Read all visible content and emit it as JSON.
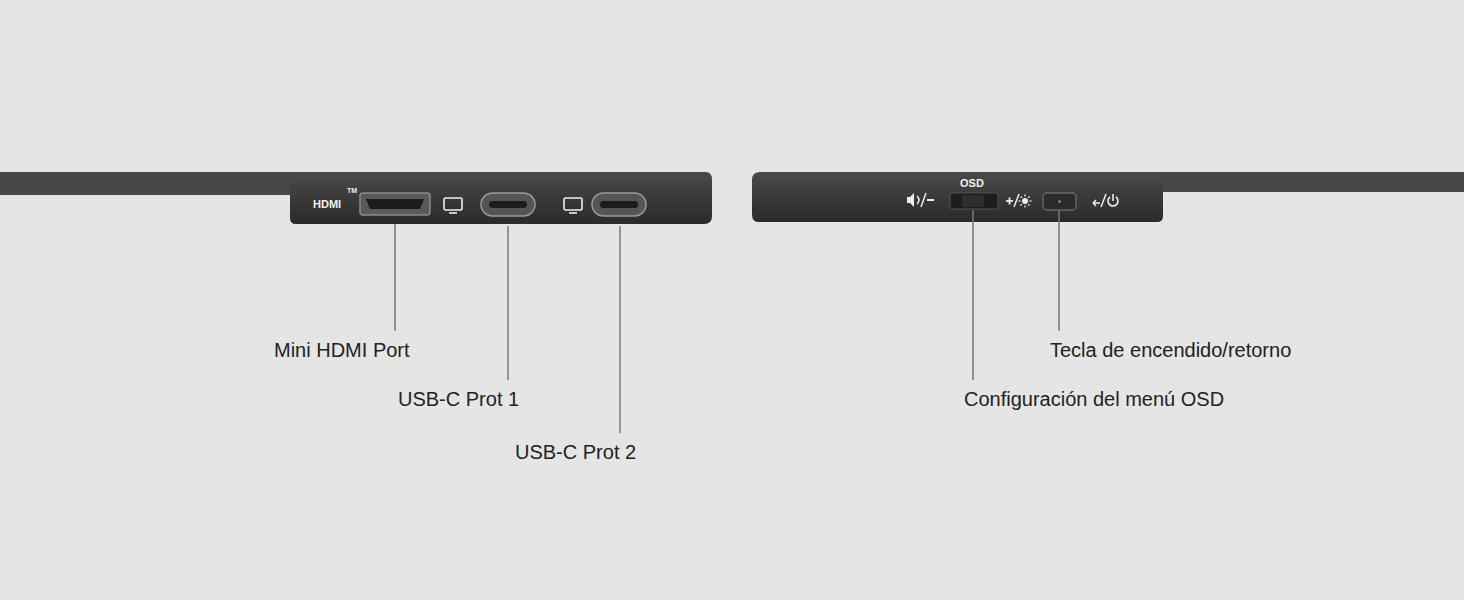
{
  "diagram": {
    "labels": [
      "HDMI",
      "TM",
      "Mini HDMI Port",
      "USB-C Prot 1",
      "USB-C Prot 2",
      "OSD",
      "Tecla de encendido/retorno",
      "Configuración del menú OSD"
    ]
  }
}
